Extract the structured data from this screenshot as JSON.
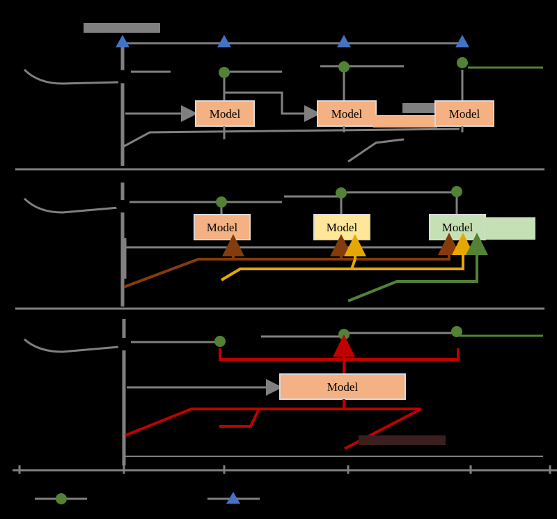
{
  "colors": {
    "background": "#000000",
    "gray_line": "#808080",
    "model_orange": "#f4b183",
    "model_yellow": "#ffe699",
    "model_green": "#c5e0b4",
    "box_border": "#d9d9d9",
    "obs_green": "#548235",
    "obs_green_fill": "#548235",
    "forecast_blue": "#4472c4",
    "brown": "#843c0c",
    "gold": "#e6a800",
    "red": "#c00000",
    "dark_green": "#548235"
  },
  "panels": [
    {
      "model_labels": [
        "Model",
        "Model",
        "Model"
      ]
    },
    {
      "model_labels": [
        "Model",
        "Model",
        "Model"
      ]
    },
    {
      "model_labels": [
        "Model"
      ]
    }
  ],
  "legend": {
    "items": [
      {
        "icon": "green-circle-marker",
        "label": ""
      },
      {
        "icon": "blue-triangle-marker",
        "label": ""
      }
    ]
  }
}
